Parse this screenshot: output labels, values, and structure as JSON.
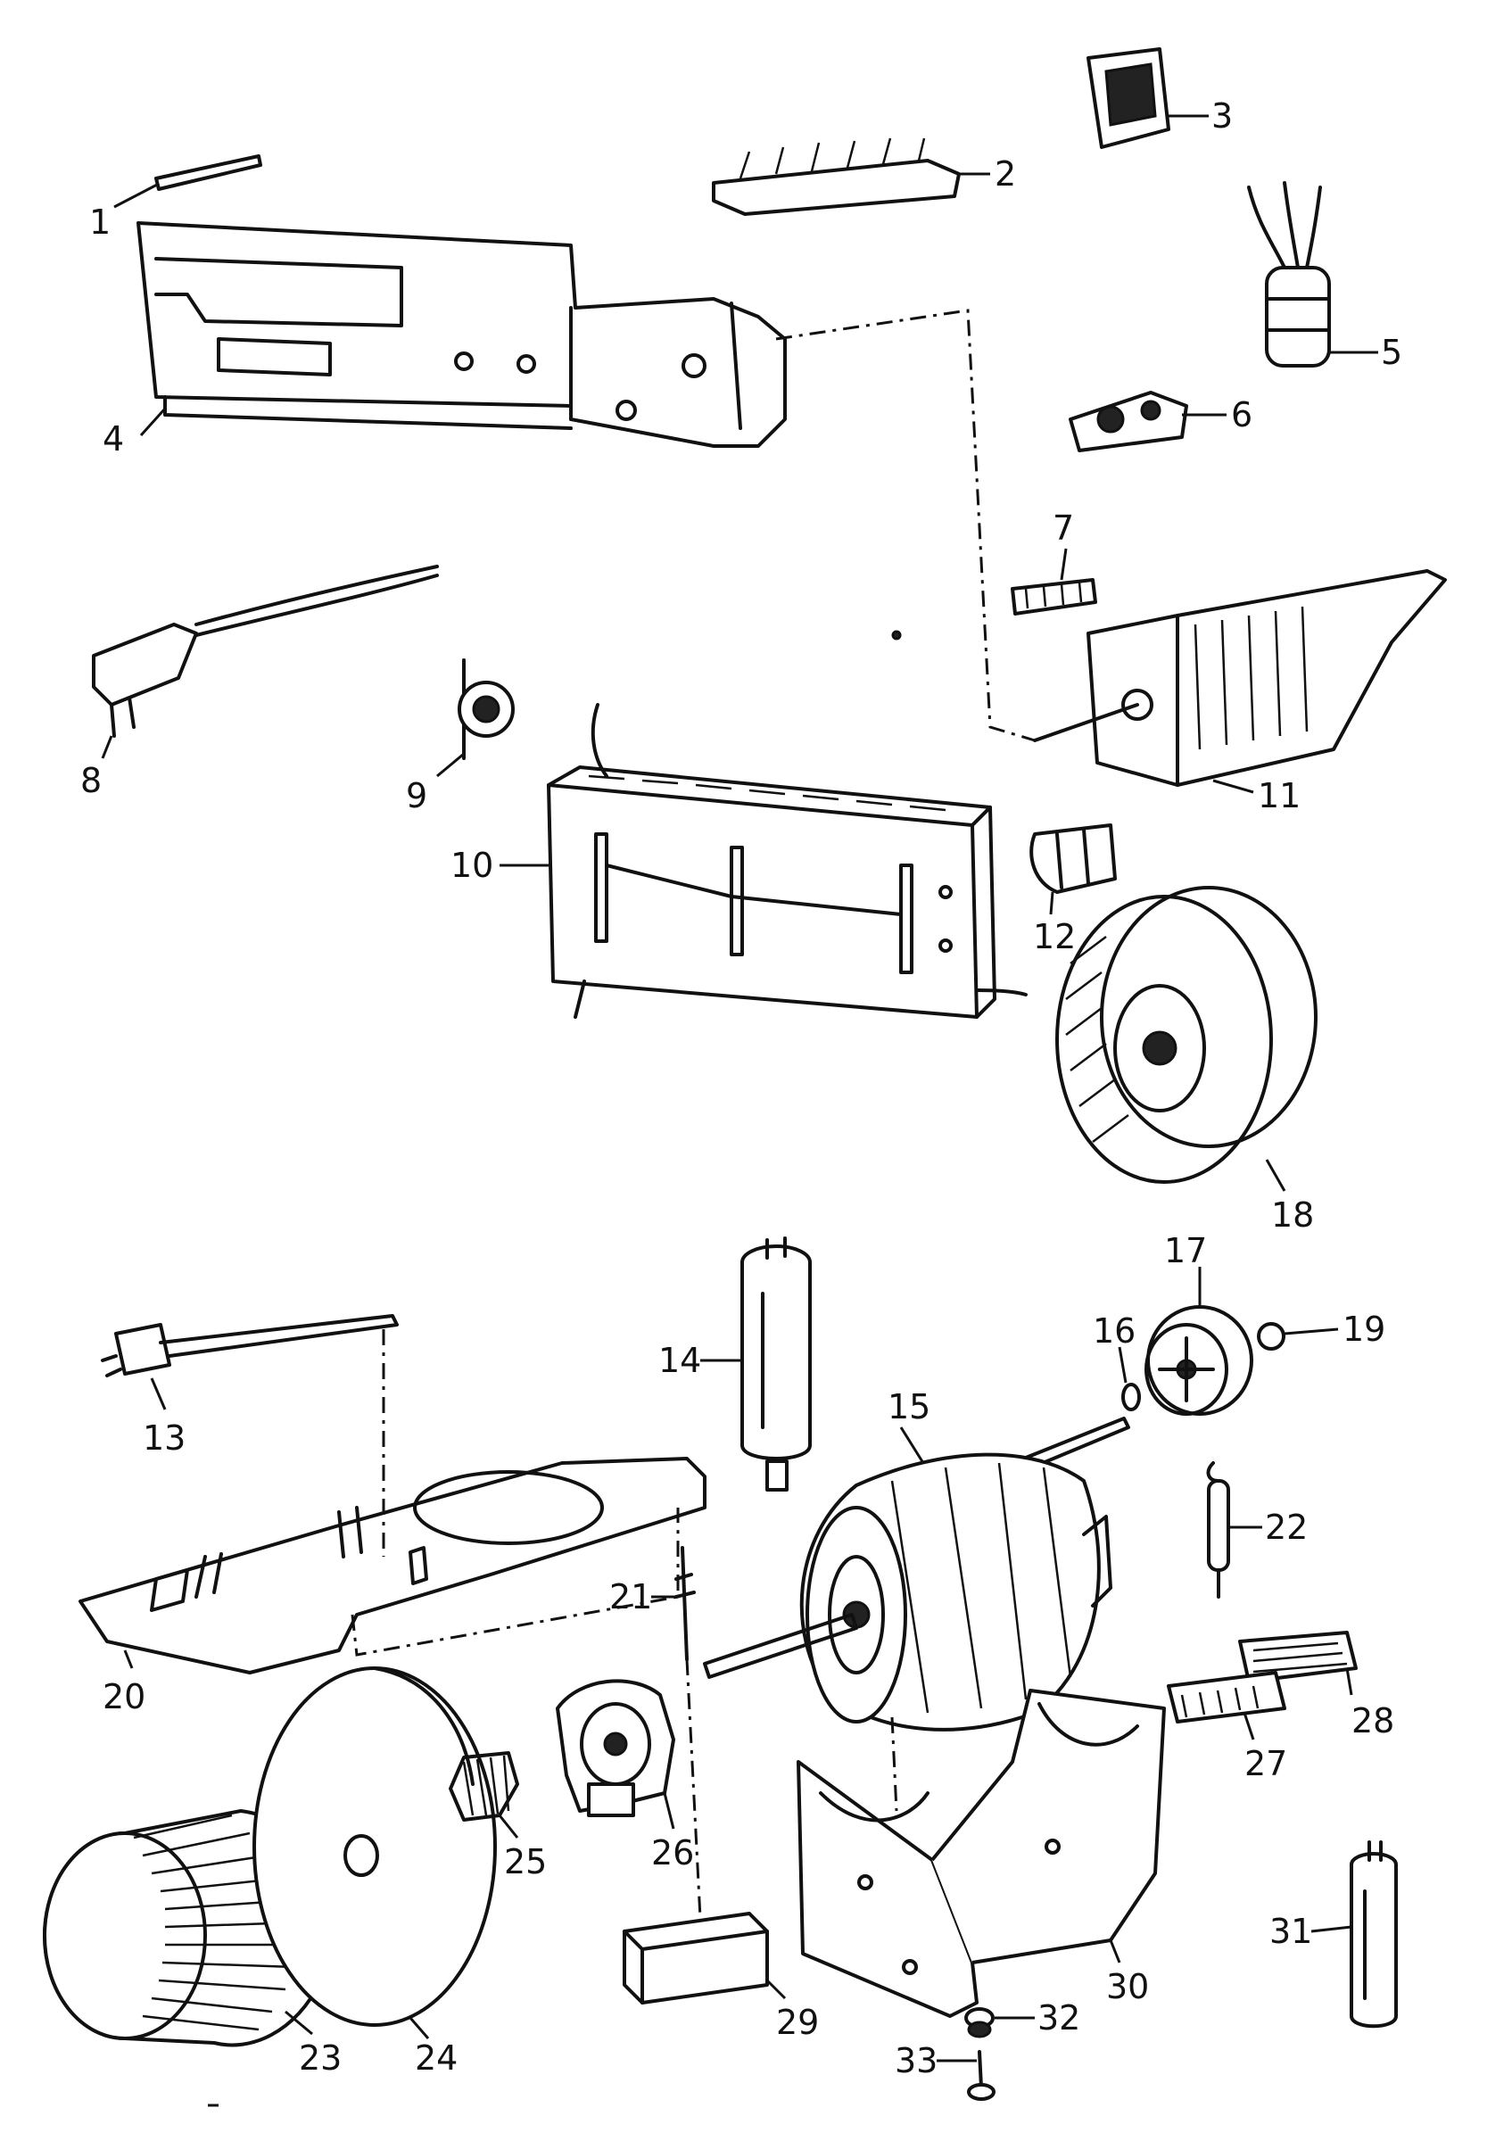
{
  "labels": {
    "p1": "1",
    "p2": "2",
    "p3": "3",
    "p4": "4",
    "p5": "5",
    "p6": "6",
    "p7": "7",
    "p8": "8",
    "p9": "9",
    "p10": "10",
    "p11": "11",
    "p12": "12",
    "p13": "13",
    "p14": "14",
    "p15": "15",
    "p16": "16",
    "p17": "17",
    "p18": "18",
    "p19": "19",
    "p20": "20",
    "p21": "21",
    "p22": "22",
    "p23": "23",
    "p24": "24",
    "p25": "25",
    "p26": "26",
    "p27": "27",
    "p28": "28",
    "p29": "29",
    "p30": "30",
    "p31": "31",
    "p32": "32",
    "p33": "33"
  },
  "colors": {
    "ink": "#111111",
    "paper": "#ffffff"
  }
}
